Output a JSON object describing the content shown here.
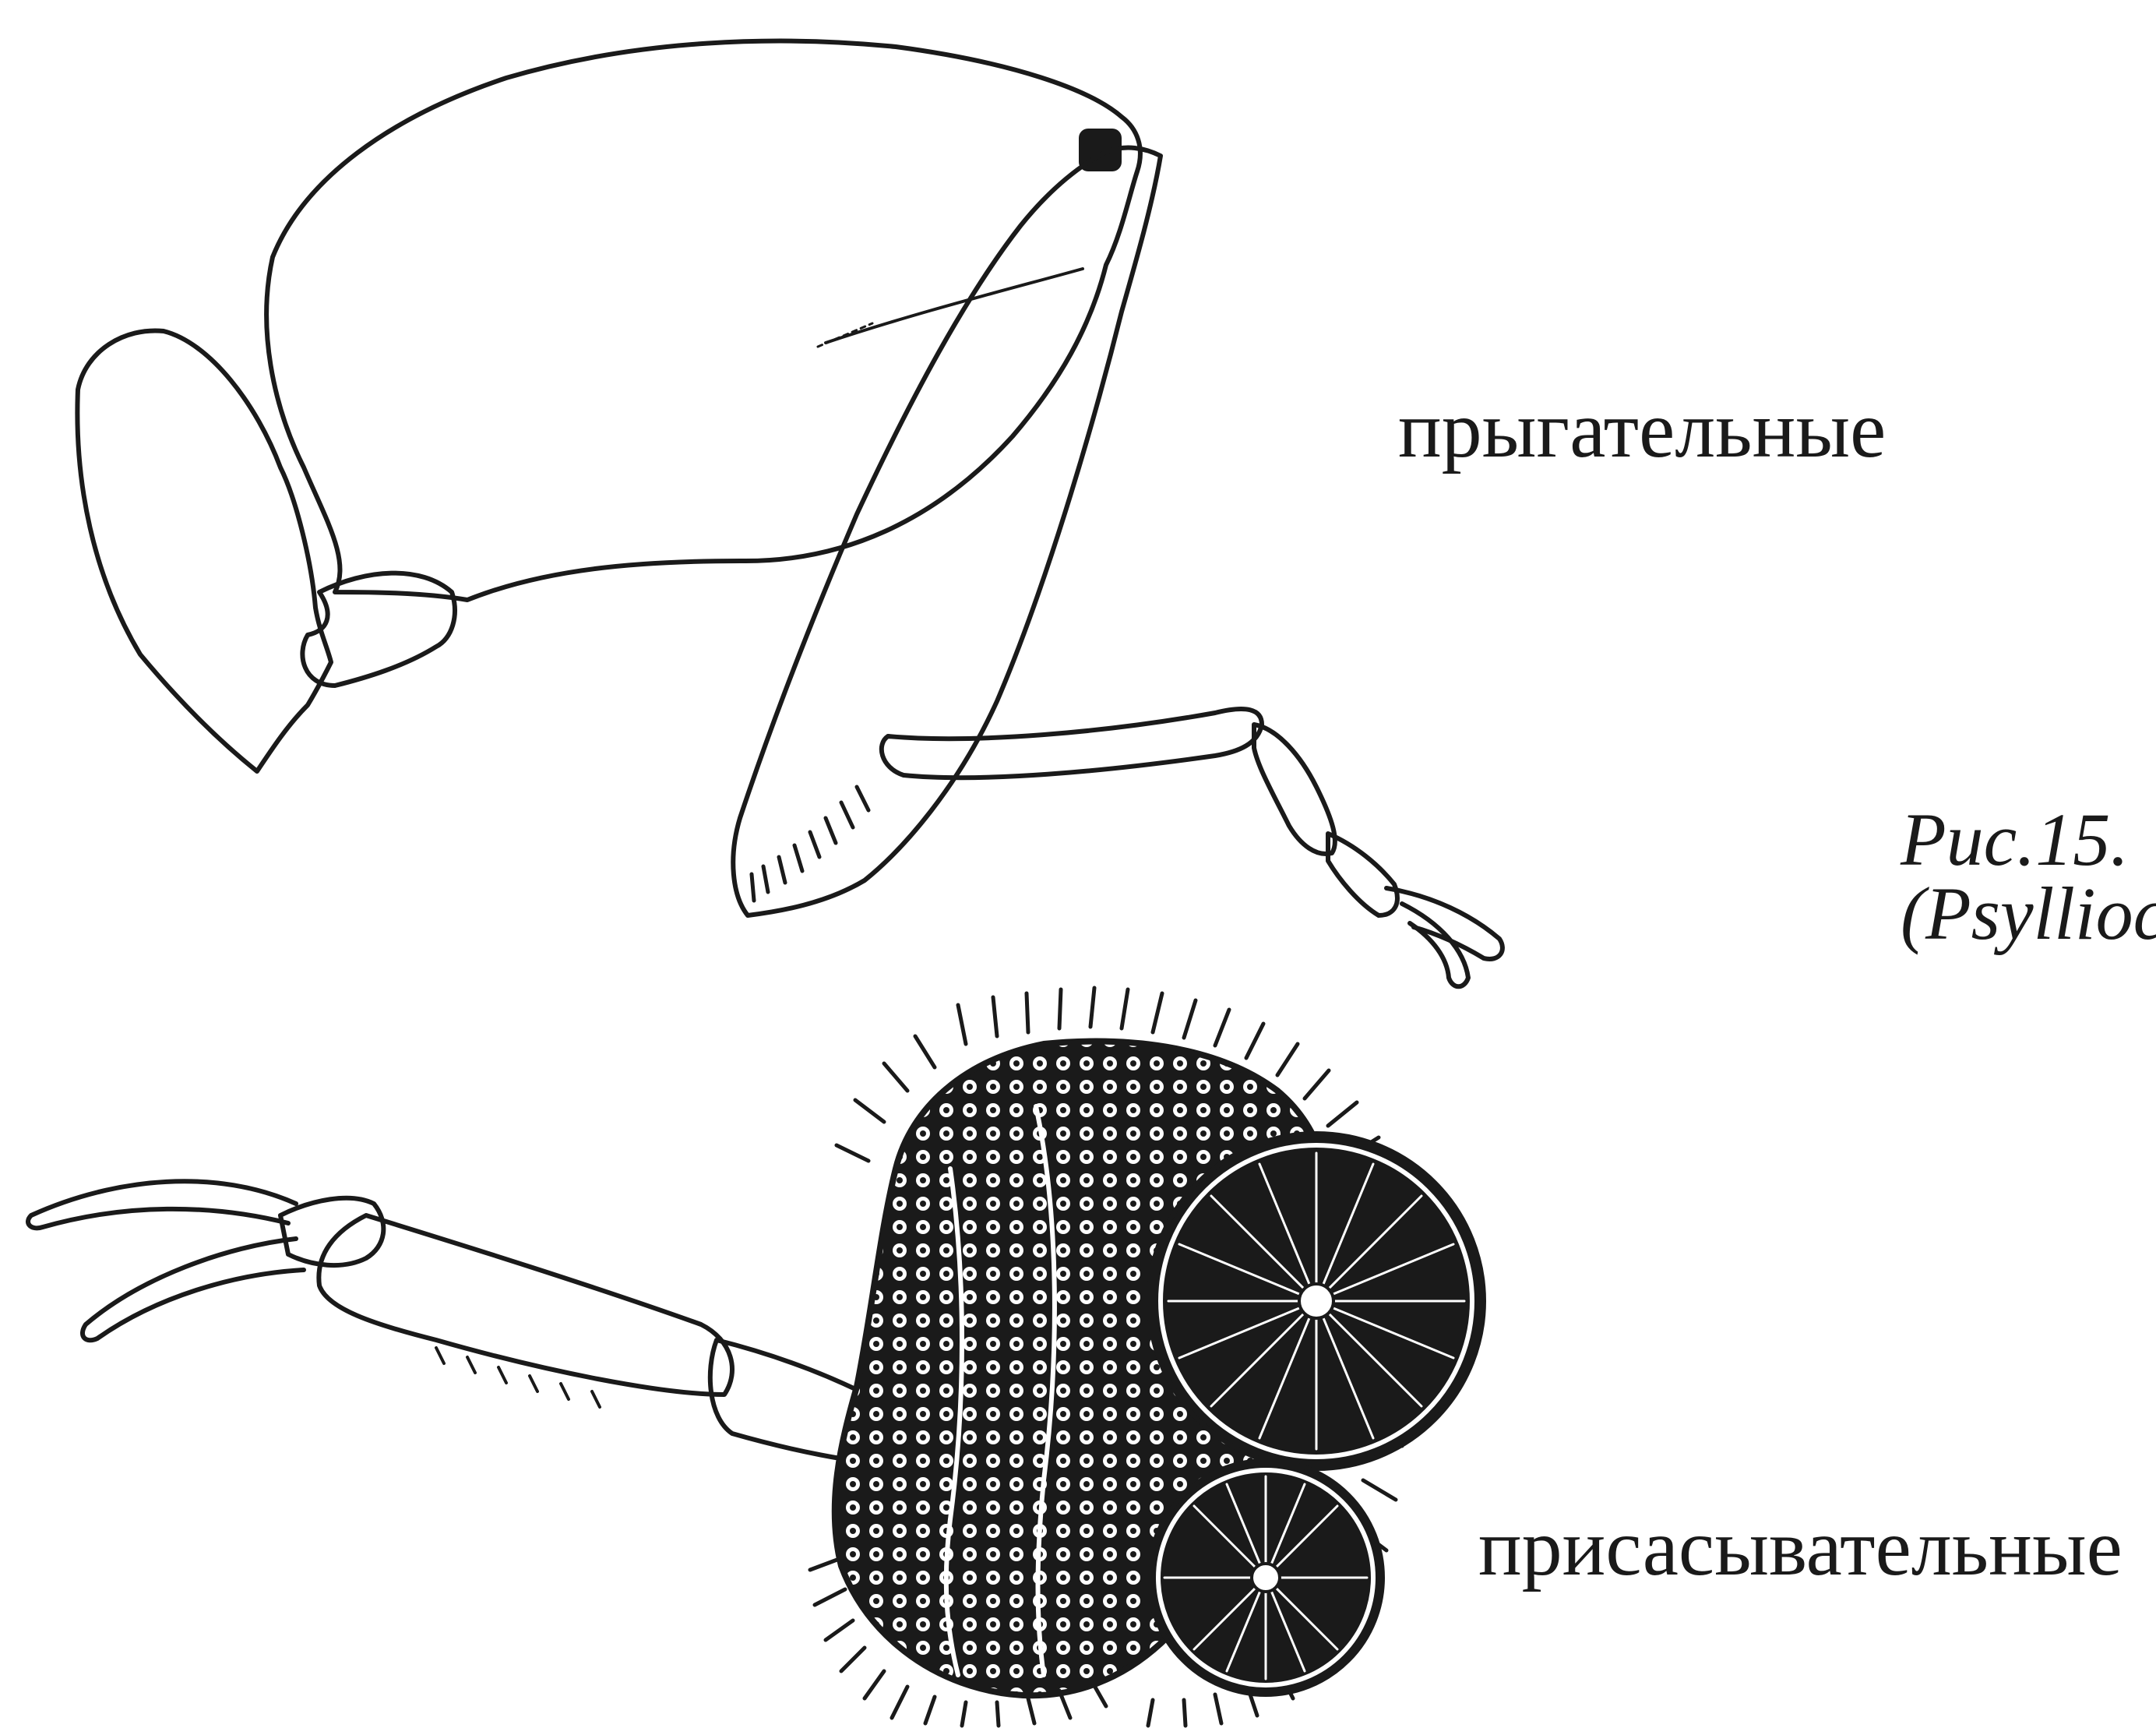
{
  "labels": {
    "jumping": "прыгательные",
    "sucking": "присасывательные",
    "figure_line1": "Рис.15.",
    "figure_line2": "(Psyllioc"
  },
  "colors": {
    "ink": "#1a1a1a",
    "background": "#ffffff"
  }
}
